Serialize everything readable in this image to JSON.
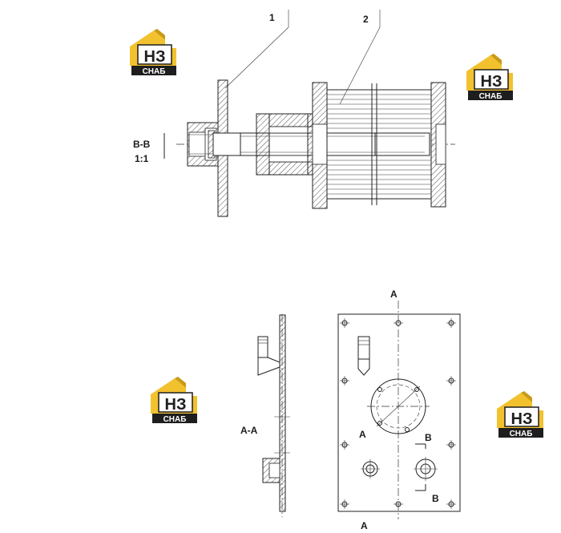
{
  "callouts": {
    "part1": "1",
    "part2": "2"
  },
  "section_bb": {
    "name": "B-B",
    "scale": "1:1"
  },
  "section_aa": {
    "name": "A-A"
  },
  "plan_labels": {
    "a_top": "A",
    "a_bottom": "A",
    "a_inner": "A",
    "b_upper": "B",
    "b_lower": "B"
  },
  "logo": {
    "letters": "НЗ",
    "caption": "СНАБ",
    "accent": "#f2c12e",
    "dark": "#1e1e1e"
  }
}
